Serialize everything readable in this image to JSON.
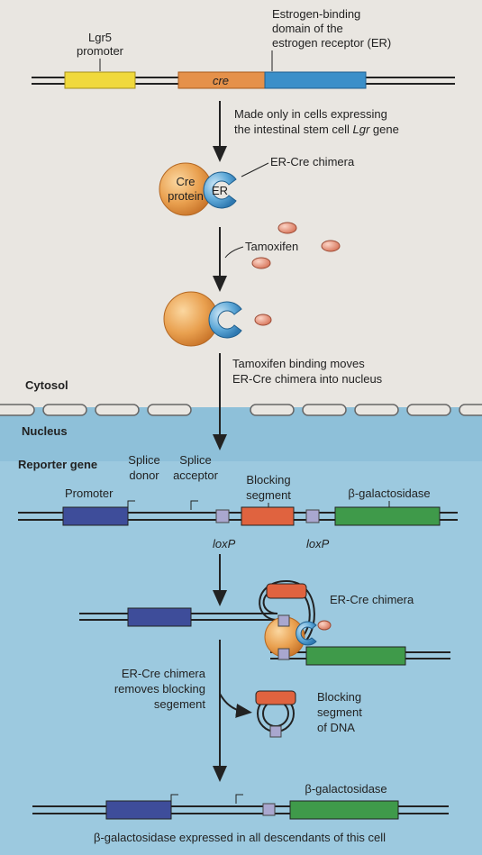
{
  "colors": {
    "page": "#e9e6e1",
    "nucleus": "#9cc9df",
    "promoter_yellow": "#f0d93c",
    "cre_orange": "#e5914a",
    "er_blue": "#3b8fc9",
    "promoter_navy": "#3e4d9a",
    "blocking_red": "#e0633f",
    "galactosidase_green": "#3f9a4a",
    "loxp_lavender": "#a9a7cf"
  },
  "labels": {
    "lgr5_promoter_1": "Lgr5",
    "lgr5_promoter_2": "promoter",
    "er_domain_1": "Estrogen-binding",
    "er_domain_2": "domain of the",
    "er_domain_3": "estrogen receptor (ER)",
    "cre_gene": "cre",
    "step1_line1": "Made only in cells expressing",
    "step1_line2_prefix": "the intestinal stem cell ",
    "step1_line2_italic": "Lgr",
    "step1_line2_suffix": " gene",
    "er_cre_chimera": "ER-Cre chimera",
    "cre_protein_1": "Cre",
    "cre_protein_2": "protein",
    "er": "ER",
    "tamoxifen": "Tamoxifen",
    "step3_line1": "Tamoxifen binding moves",
    "step3_line2": "ER-Cre chimera into nucleus",
    "cytosol": "Cytosol",
    "nucleus": "Nucleus",
    "reporter_gene": "Reporter gene",
    "splice_donor_1": "Splice",
    "splice_donor_2": "donor",
    "splice_acceptor_1": "Splice",
    "splice_acceptor_2": "acceptor",
    "blocking_segment_1": "Blocking",
    "blocking_segment_2": "segment",
    "beta_gal_1": "β-galactosidase",
    "promoter": "Promoter",
    "loxp_1": "loxP",
    "loxp_2": "loxP",
    "er_cre_chimera_2": "ER-Cre chimera",
    "removes_1": "ER-Cre chimera",
    "removes_2": "removes blocking",
    "removes_3": "segement",
    "blocking_dna_1": "Blocking",
    "blocking_dna_2": "segment",
    "blocking_dna_3": "of DNA",
    "beta_gal_2": "β-galactosidase",
    "bottom_caption": "β-galactosidase expressed in all descendants of this cell"
  }
}
